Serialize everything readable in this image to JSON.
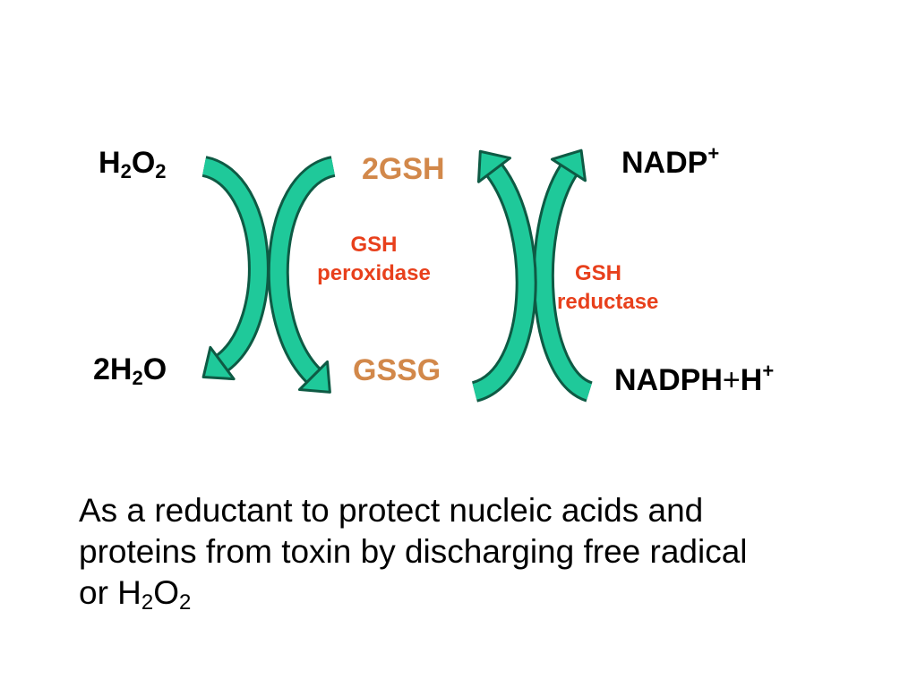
{
  "colors": {
    "arrow_fill": "#1fc99a",
    "arrow_stroke": "#0e5a44",
    "substrate": "#d2884a",
    "enzyme": "#e8401c",
    "text": "#000000"
  },
  "left_cycle": {
    "top_left": {
      "main": "H",
      "sub1": "2",
      "mid": "O",
      "sub2": "2"
    },
    "bottom_left": {
      "pre": "2H",
      "sub": "2",
      "post": "O"
    },
    "top_right": "2GSH",
    "bottom_right": "GSSG",
    "enzyme_line1": "GSH",
    "enzyme_line2": "peroxidase"
  },
  "right_cycle": {
    "top_right": {
      "main": "NADP",
      "sup": "+"
    },
    "bottom_right": {
      "main": "NADPH",
      "plus": "+",
      "h": "H",
      "sup": "+"
    },
    "enzyme_line1": "GSH",
    "enzyme_line2": "reductase"
  },
  "caption": {
    "line1": "As a reductant to protect nucleic acids and",
    "line2": "proteins from toxin by discharging free radical",
    "line3_pre": "or H",
    "line3_sub1": "2",
    "line3_mid": "O",
    "line3_sub2": "2"
  }
}
